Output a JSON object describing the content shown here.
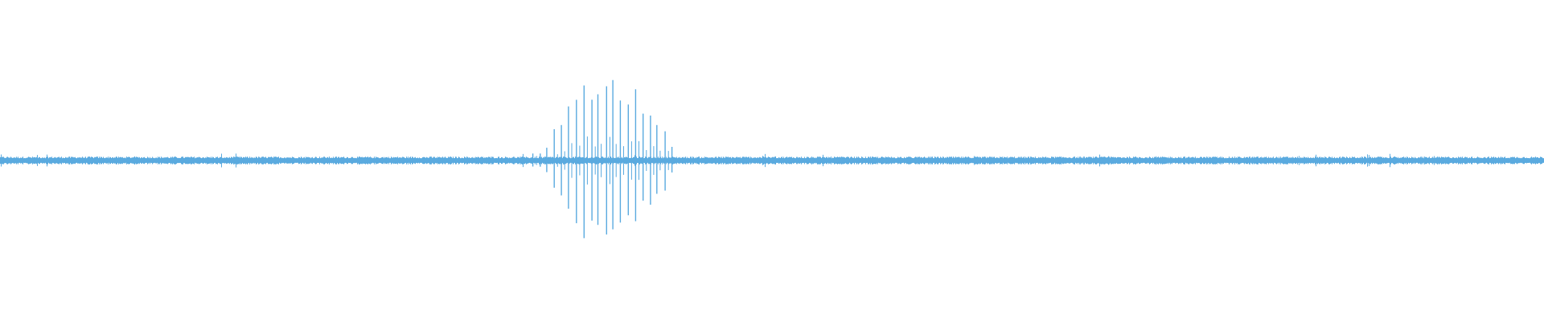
{
  "waveform": {
    "color": "#5aaadf",
    "background": "#ffffff",
    "baseline_level": 0.03,
    "burst": {
      "start_fraction": 0.345,
      "end_fraction": 0.435,
      "peak_fraction": 0.395,
      "peak_level": 0.55,
      "spike_count": 20
    }
  }
}
